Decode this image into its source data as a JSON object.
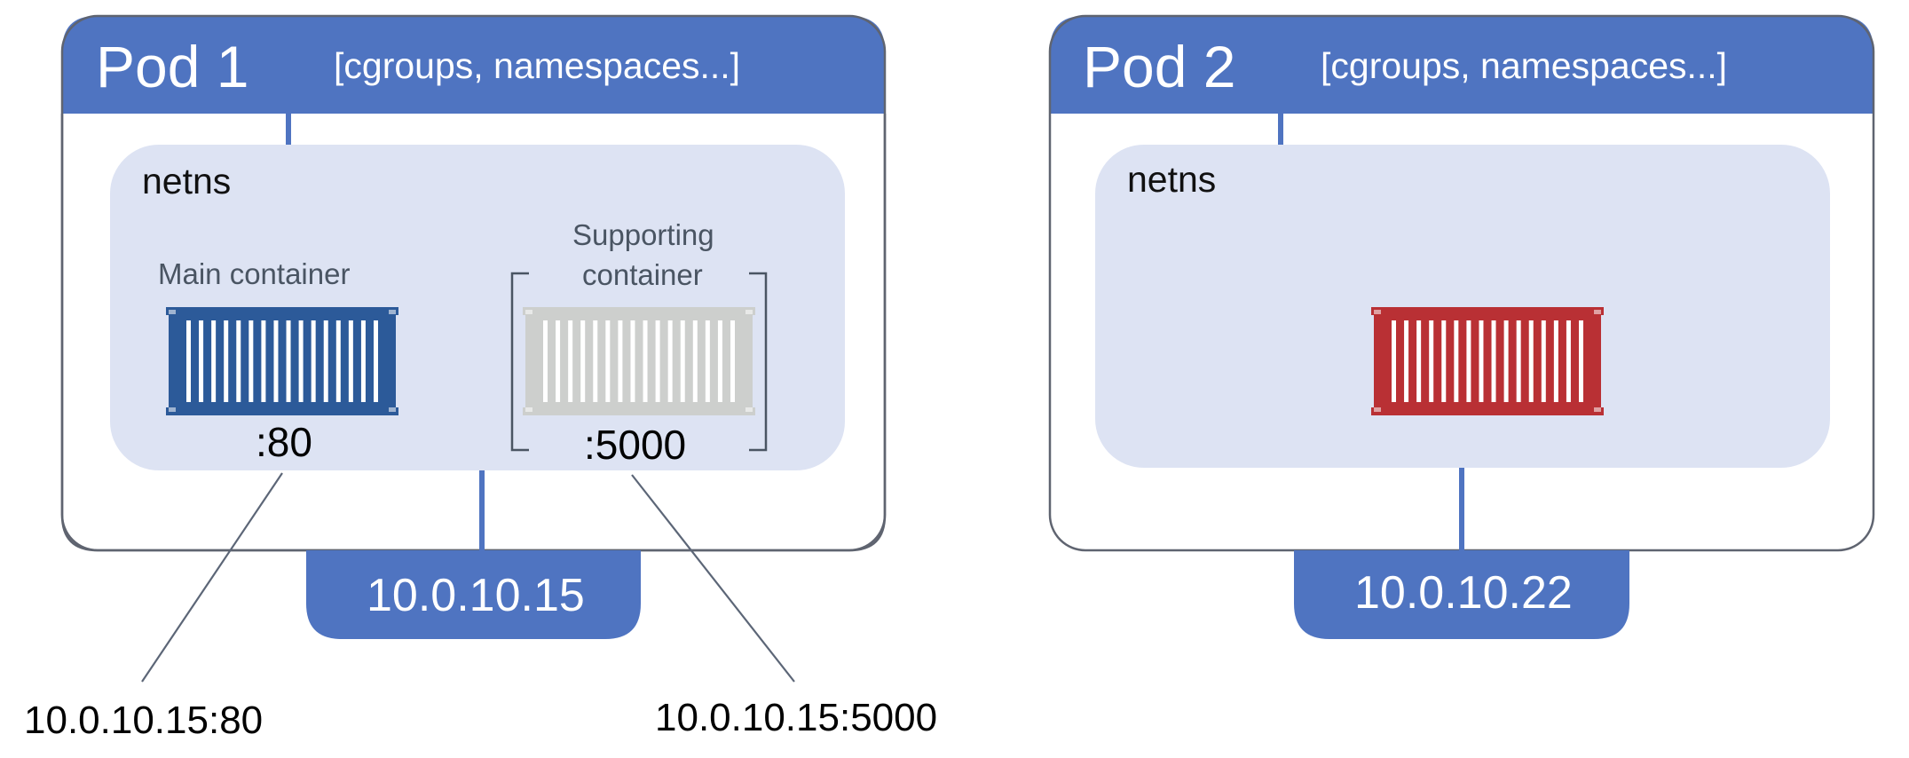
{
  "colors": {
    "pod_header": "#4f74c1",
    "pod_border": "#5f6470",
    "netns_fill": "#dde3f3",
    "ip_fill": "#4f74c1",
    "main_container": "#2c5a99",
    "supporting_container": "#cdcfcd",
    "pod2_container": "#b93034",
    "leader_line": "#5c6677"
  },
  "pod1": {
    "title": "Pod 1",
    "meta": "[cgroups, namespaces...]",
    "netns_label": "netns",
    "main_container": {
      "label": "Main container",
      "icon": "shipping-container-icon",
      "port": ":80"
    },
    "supporting_container": {
      "label_line1": "Supporting",
      "label_line2": "container",
      "icon": "shipping-container-icon",
      "port": ":5000"
    },
    "ip": "10.0.10.15"
  },
  "pod2": {
    "title": "Pod 2",
    "meta": "[cgroups, namespaces...]",
    "netns_label": "netns",
    "container": {
      "icon": "shipping-container-icon"
    },
    "ip": "10.0.10.22"
  },
  "addresses": {
    "main": "10.0.10.15:80",
    "supporting": "10.0.10.15:5000"
  }
}
